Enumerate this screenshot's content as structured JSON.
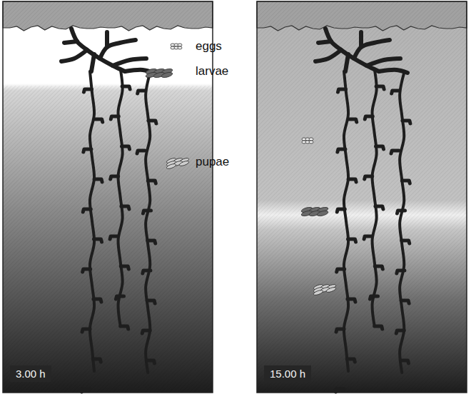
{
  "diagram": {
    "labels": [
      "eggs",
      "larvae",
      "pupae",
      "3.00 h",
      "15.00 h"
    ]
  }
}
